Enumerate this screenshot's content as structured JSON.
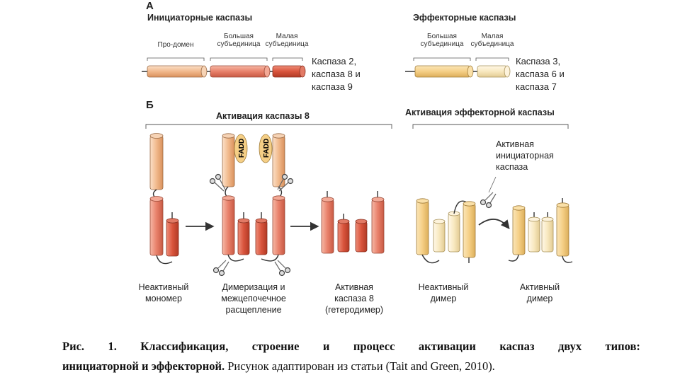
{
  "panel_a": {
    "letter": "А",
    "initiator": {
      "title": "Инициаторные каспазы",
      "label_prodomain": "Про-домен",
      "label_large_1": "Большая",
      "label_large_2": "субъединица",
      "label_small_1": "Малая",
      "label_small_2": "субъединица",
      "names": [
        "Каспаза 2,",
        "каспаза 8 и",
        "каспаза 9"
      ]
    },
    "effector": {
      "title": "Эффекторные каспазы",
      "label_large_1": "Большая",
      "label_large_2": "субъединица",
      "label_small_1": "Малая",
      "label_small_2": "субъединица",
      "names": [
        "Каспаза 3,",
        "каспаза 6 и",
        "каспаза 7"
      ]
    }
  },
  "panel_b": {
    "letter": "Б",
    "casp8_title": "Активация каспазы 8",
    "effector_title": "Активация эффекторной каспазы",
    "fadd": "FADD",
    "active_initiator": [
      "Активная",
      "инициаторная",
      "каспаза"
    ],
    "labels": {
      "inactive_monomer": [
        "Неактивный",
        "мономер"
      ],
      "dimerization": [
        "Димеризация и",
        "межцепочечное",
        "расщепление"
      ],
      "active_casp8": [
        "Активная",
        "каспаза 8",
        "(гетеродимер)"
      ],
      "inactive_dimer": [
        "Неактивный",
        "димер"
      ],
      "active_dimer": [
        "Активный",
        "димер"
      ]
    }
  },
  "caption": {
    "line1_words": [
      "Рис.",
      "1.",
      "Классификация,",
      "строение",
      "и",
      "процесс",
      "активации",
      "каспаз",
      "двух",
      "типов:"
    ],
    "line2_bold": "инициаторной и эффекторной.",
    "line2_rest": " Рисунок адаптирован из статьи (Tait and Green, 2010)."
  },
  "colors": {
    "prodomain": "#f1b98c",
    "large_initiator": "#e8806a",
    "small_initiator": "#d9543c",
    "large_effector": "#f5cf86",
    "small_effector": "#f8e8bf"
  }
}
